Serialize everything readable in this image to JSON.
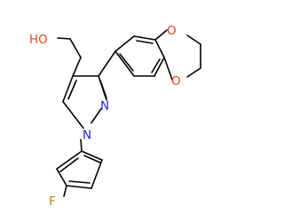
{
  "diagram": {
    "type": "skeletal-structure",
    "labels": {
      "hydroxyl": "HO",
      "ring_oxygen_top": "O",
      "ring_oxygen_bottom": "O",
      "pyrazole_n2": "N",
      "pyrazole_n1": "N",
      "fluorine": "F"
    },
    "colors": {
      "bond": "#000000",
      "oxygen": "#e8411e",
      "nitrogen": "#2323e8",
      "fluorine": "#b8870b",
      "background": "#ffffff"
    }
  }
}
